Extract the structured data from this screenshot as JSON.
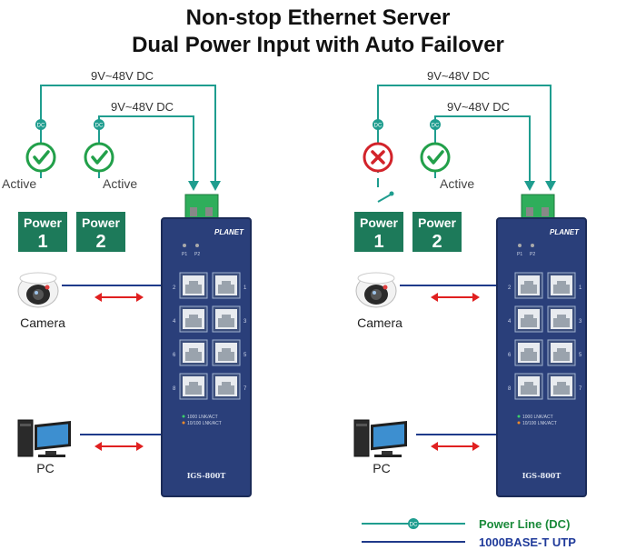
{
  "title_line1": "Non-stop Ethernet Server",
  "title_line2": "Dual Power Input with Auto Failover",
  "voltage_label": "9V~48V DC",
  "dc_badge": "DC",
  "active_label": "Active",
  "power_word": "Power",
  "power1_num": "1",
  "power2_num": "2",
  "camera_label": "Camera",
  "pc_label": "PC",
  "switch_model": "IGS-800T",
  "brand": "PLANET",
  "led_p1": "P1",
  "led_p2": "P2",
  "led_1000": "1000   LNK/ACT",
  "led_10100": "10/100  LNK/ACT",
  "ports": [
    "2",
    "1",
    "4",
    "3",
    "6",
    "5",
    "8",
    "7"
  ],
  "legend": {
    "power_line": "Power Line (DC)",
    "utp": "1000BASE-T UTP"
  },
  "colors": {
    "power_line": "#1f9d8f",
    "utp_line": "#1f3a8a",
    "check_green": "#22a04a",
    "fail_red": "#d2232a",
    "power_box": "#1d7a5a",
    "switch_body": "#2a3f7a",
    "arrow_red": "#e02020",
    "legend_green_text": "#1a8a3a",
    "legend_blue_text": "#1f3a9a"
  }
}
